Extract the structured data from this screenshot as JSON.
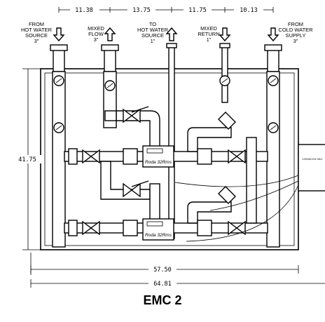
{
  "diagram_title": "EMC 2",
  "top_labels": [
    {
      "id": "hot",
      "lines": [
        "FROM",
        "HOT WATER",
        "SOURCE",
        "3\""
      ]
    },
    {
      "id": "mixflow",
      "lines": [
        "MIXED",
        "FLOW",
        "3\""
      ]
    },
    {
      "id": "tohot",
      "lines": [
        "TO",
        "HOT WATER",
        "SOURCE",
        "1\""
      ]
    },
    {
      "id": "mixret",
      "lines": [
        "MIXED",
        "RETURN",
        "1\""
      ]
    },
    {
      "id": "cold",
      "lines": [
        "FROM",
        "COLD WATER",
        "SUPPLY",
        "3\""
      ]
    }
  ],
  "dimensions": {
    "top_spacing": [
      "11.38",
      "13.75",
      "11.75",
      "10.13"
    ],
    "height": "41.75",
    "inner_width": "57.50",
    "outer_width": "64.81"
  },
  "unit_label": "Roda 32Rms",
  "side_box_label": "120VAC/24 VAC"
}
